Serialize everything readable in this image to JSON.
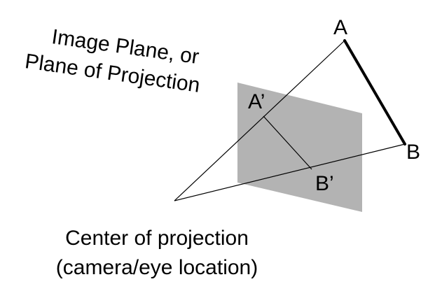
{
  "diagram": {
    "image_plane_label": {
      "line1": "Image Plane, or",
      "line2": "Plane of Projection"
    },
    "center_label": {
      "line1": "Center of projection",
      "line2": "(camera/eye location)"
    },
    "points": {
      "A": "A",
      "B": "B",
      "A_prime": "A’",
      "B_prime": "B’"
    }
  },
  "colors": {
    "plane_fill": "#b3b3b3",
    "line_color": "#000000",
    "text_color": "#000000",
    "background": "#ffffff"
  }
}
